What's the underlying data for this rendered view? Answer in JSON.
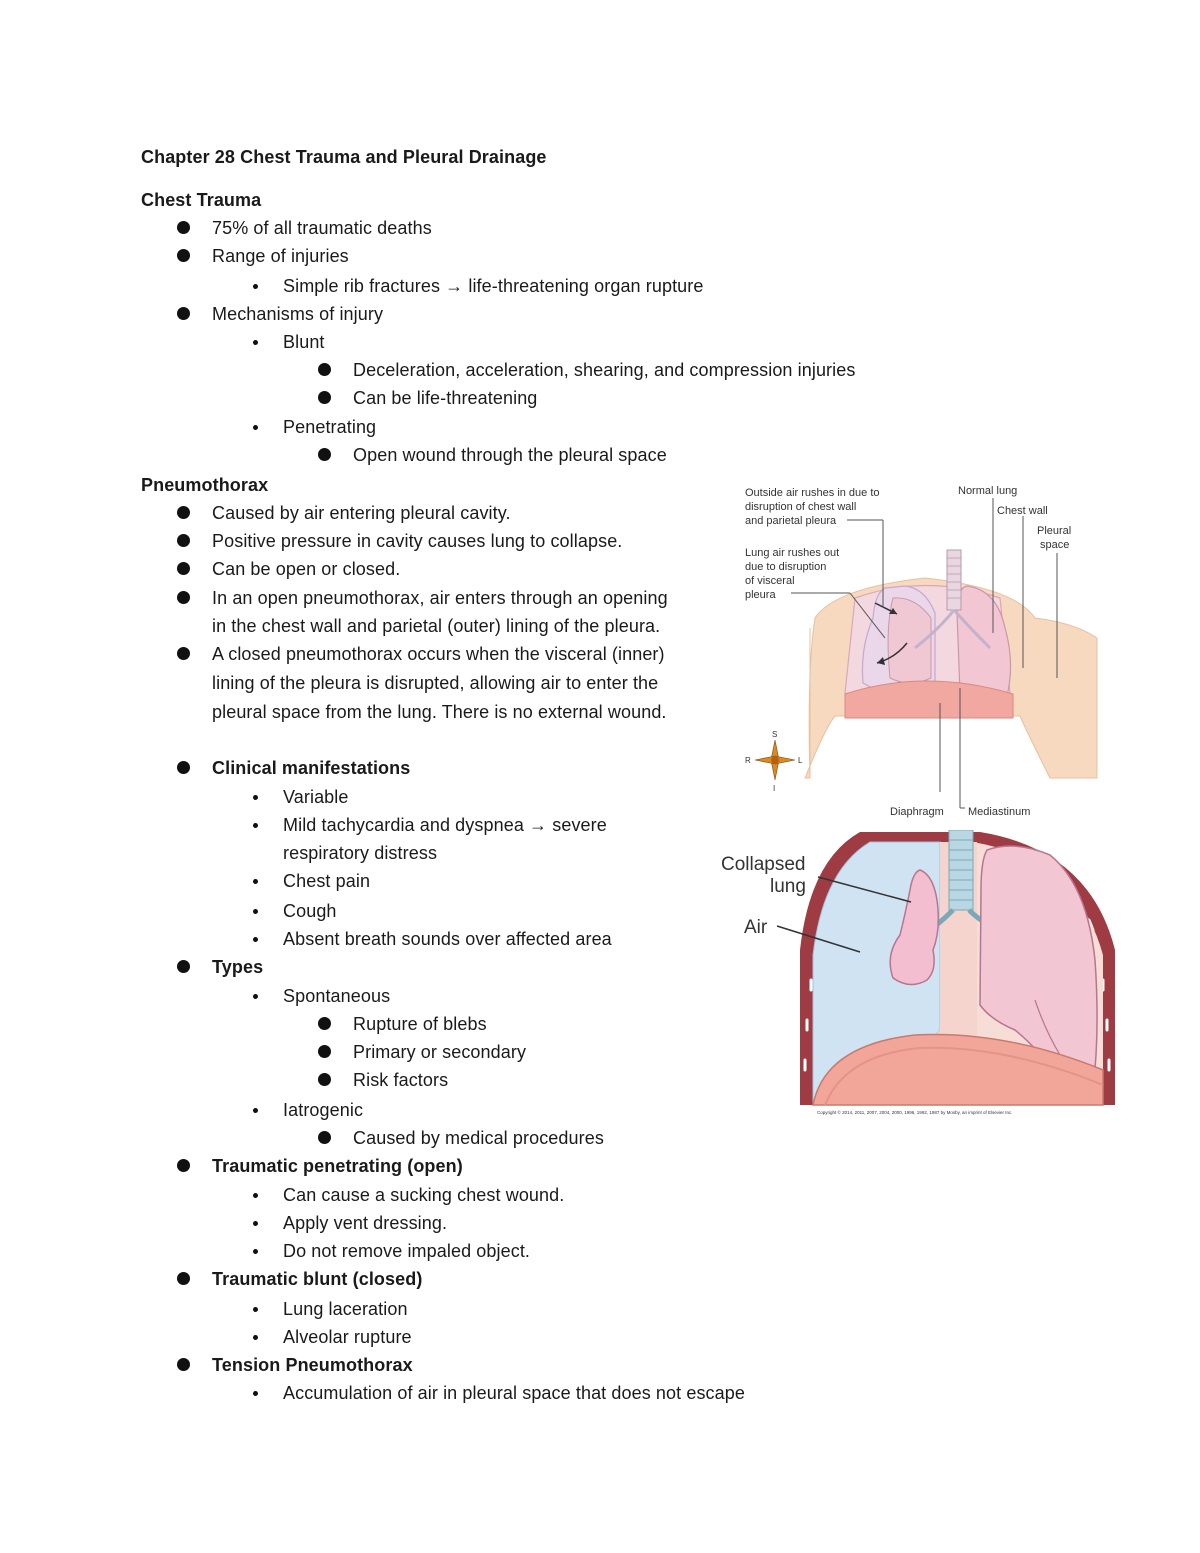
{
  "title": "Chapter 28 Chest Trauma and Pleural Drainage",
  "sections": {
    "chest_trauma": {
      "heading": "Chest Trauma",
      "b1": "75% of all traumatic deaths",
      "b2": "Range of injuries",
      "b2_1": "Simple rib fractures → life-threatening organ rupture",
      "b3": "Mechanisms of injury",
      "b3_1": "Blunt",
      "b3_1_1": "Deceleration, acceleration, shearing, and compression injuries",
      "b3_1_2": "Can be life-threatening",
      "b3_2": "Penetrating",
      "b3_2_1": "Open wound through the pleural space"
    },
    "pneumothorax": {
      "heading": "Pneumothorax",
      "p1": "Caused by air entering pleural cavity.",
      "p2": "Positive pressure in cavity causes lung to collapse.",
      "p3": "Can be open or closed.",
      "p4a": "In an open pneumothorax, air enters through an opening",
      "p4b": "in the chest wall and parietal (outer) lining of the pleura.",
      "p5a": "A closed pneumothorax occurs when the visceral (inner)",
      "p5b": "lining of the pleura is disrupted, allowing air to enter the",
      "p5c": "pleural space from the lung. There is no external wound.",
      "cm": "Clinical manifestations",
      "cm1": "Variable",
      "cm2a": "Mild tachycardia and dyspnea → severe",
      "cm2b": "respiratory distress",
      "cm3": "Chest pain",
      "cm4": "Cough",
      "cm5": "Absent breath sounds over affected area",
      "types": "Types",
      "t1": "Spontaneous",
      "t1_1": "Rupture of blebs",
      "t1_2": "Primary  or  secondary",
      "t1_3": "Risk factors",
      "t2": "Iatrogenic",
      "t2_1": "Caused by medical procedures",
      "tpo": "Traumatic penetrating (open)",
      "tpo1": "Can cause a sucking chest wound.",
      "tpo2": "Apply vent dressing.",
      "tpo3": "Do not remove impaled object.",
      "tbc": "Traumatic blunt (closed)",
      "tbc1": "Lung laceration",
      "tbc2": "Alveolar rupture",
      "tp": "Tension Pneumothorax",
      "tp1": "Accumulation of air in pleural space that does not escape"
    }
  },
  "figure1": {
    "label_outside_1": "Outside air rushes in due to",
    "label_outside_2": "disruption of chest wall",
    "label_outside_3": "and parietal pleura",
    "label_lung_1": "Lung air rushes out",
    "label_lung_2": "due to disruption",
    "label_lung_3": "of visceral",
    "label_lung_4": "pleura",
    "label_normal": "Normal lung",
    "label_chestwall": "Chest wall",
    "label_pleural_1": "Pleural",
    "label_pleural_2": "space",
    "label_diaphragm": "Diaphragm",
    "label_mediastinum": "Mediastinum",
    "compass_s": "S",
    "compass_r": "R",
    "compass_l": "L",
    "compass_i": "I"
  },
  "figure2": {
    "label_collapsed_1": "Collapsed",
    "label_collapsed_2": "lung",
    "label_air": "Air",
    "copyright": "Copyright © 2014, 2011, 2007, 2004, 2000, 1996, 1992, 1987 by Mosby, an imprint of Elsevier Inc."
  },
  "colors": {
    "text": "#1a1a1a",
    "skin": "#f7d9c0",
    "lung_pink": "#f2c6d2",
    "air_blue": "#cfe3f2",
    "chest_wall": "#9e3b43"
  }
}
